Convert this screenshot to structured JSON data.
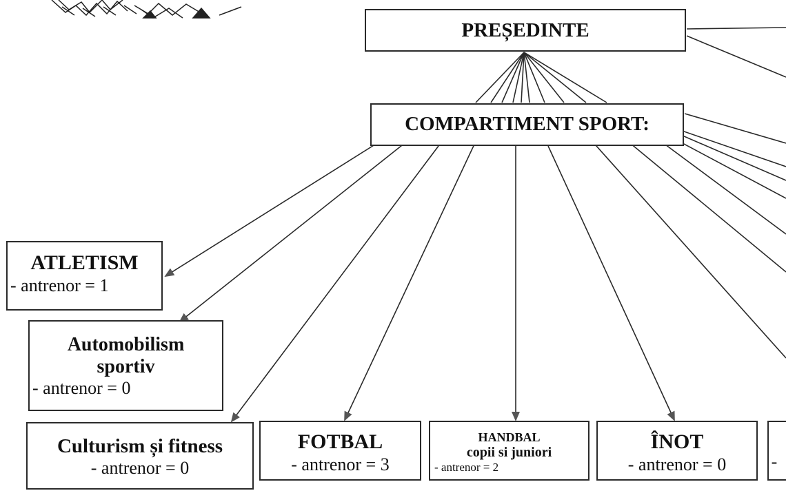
{
  "presedinte": {
    "title": "PREȘEDINTE"
  },
  "compartiment": {
    "title": "COMPARTIMENT SPORT:"
  },
  "departments": {
    "atletism": {
      "title": "ATLETISM",
      "coach": "- antrenor = 1"
    },
    "automobilism": {
      "title_line1": "Automobilism",
      "title_line2": "sportiv",
      "coach": "- antrenor = 0"
    },
    "culturism": {
      "title": "Culturism și fitness",
      "coach": "- antrenor = 0"
    },
    "fotbal": {
      "title": "FOTBAL",
      "coach": "- antrenor = 3"
    },
    "handbal": {
      "title": "HANDBAL",
      "subtitle": "copii si juniori",
      "coach": "- antrenor = 2"
    },
    "inot": {
      "title": "ÎNOT",
      "coach": "- antrenor = 0"
    },
    "partial": {
      "text": "-"
    }
  },
  "colors": {
    "line": "#2a2a2a",
    "arrowhead": "#555555"
  }
}
